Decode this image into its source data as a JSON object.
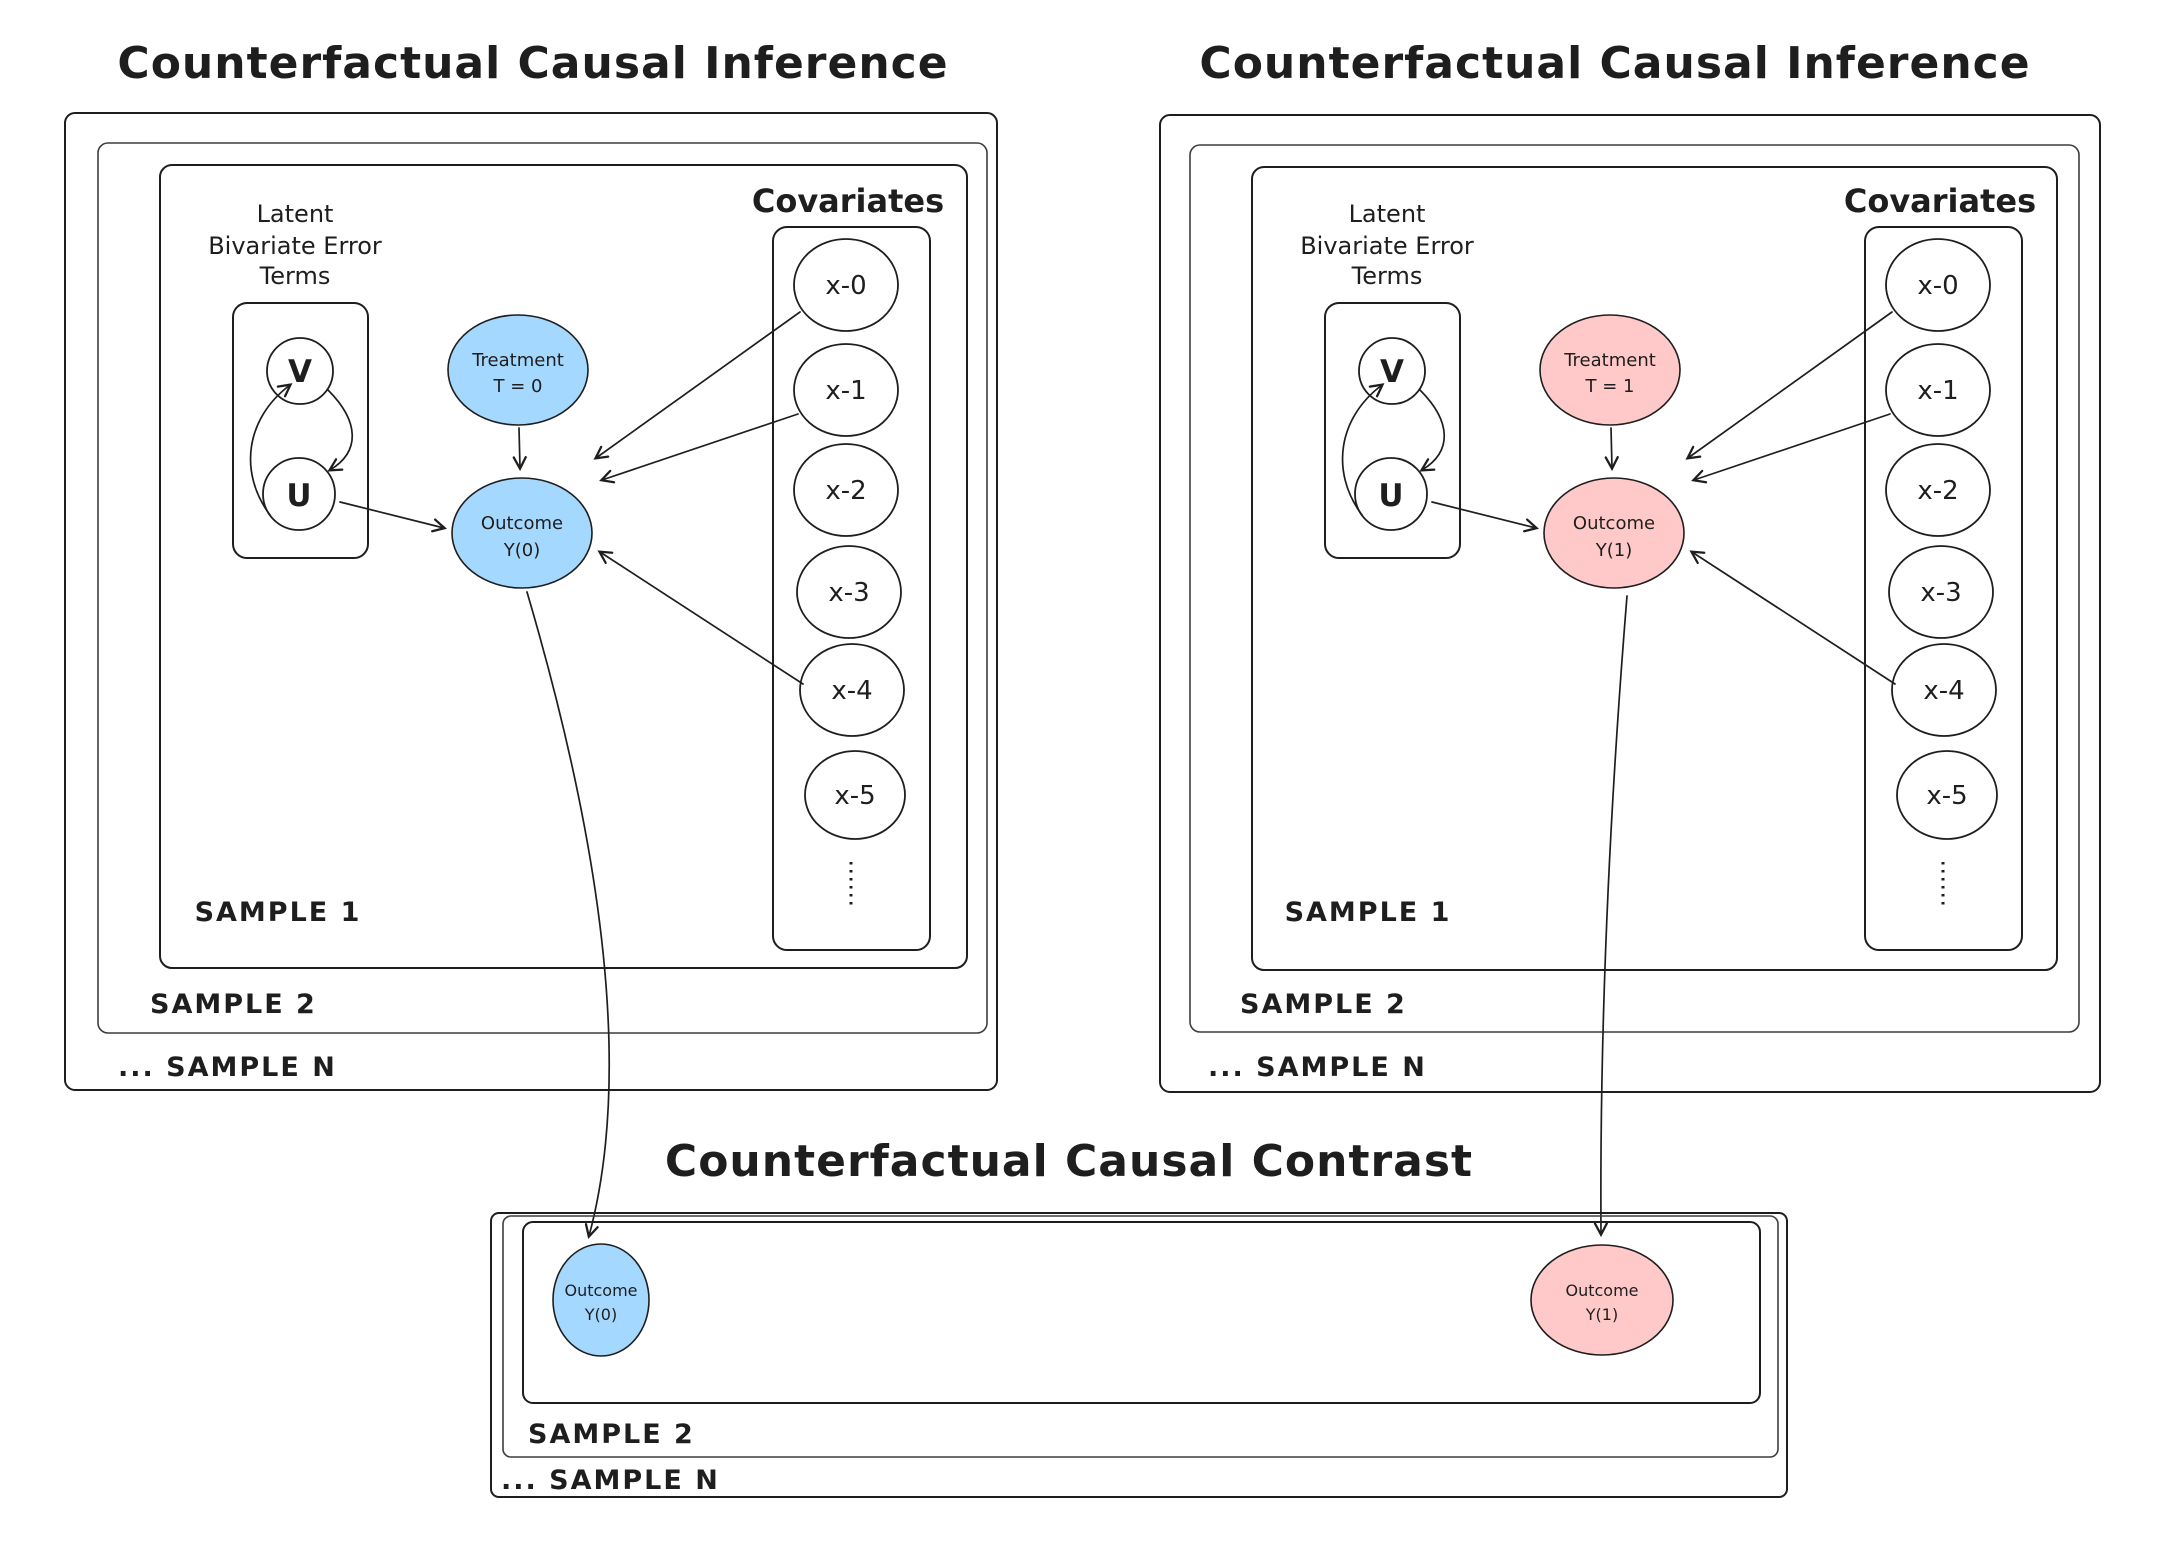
{
  "colors": {
    "stroke": "#1e1e1e",
    "blue_fill": "#a5d8ff",
    "pink_fill": "#ffc9c9",
    "background": "#ffffff"
  },
  "panel_left": {
    "title": "Counterfactual Causal Inference",
    "latent": [
      "Latent",
      "Bivariate Error",
      "Terms"
    ],
    "node_v": "V",
    "node_u": "U",
    "treatment_line1": "Treatment",
    "treatment_line2": "T = 0",
    "outcome_line1": "Outcome",
    "outcome_line2": "Y(0)",
    "covariates_label": "Covariates",
    "covariates": [
      "x-0",
      "x-1",
      "x-2",
      "x-3",
      "x-4",
      "x-5"
    ],
    "sample1": "SAMPLE 1",
    "sample2": "SAMPLE 2",
    "sampleN": "... SAMPLE N"
  },
  "panel_right": {
    "title": "Counterfactual Causal Inference",
    "latent": [
      "Latent",
      "Bivariate Error",
      "Terms"
    ],
    "node_v": "V",
    "node_u": "U",
    "treatment_line1": "Treatment",
    "treatment_line2": "T = 1",
    "outcome_line1": "Outcome",
    "outcome_line2": "Y(1)",
    "covariates_label": "Covariates",
    "covariates": [
      "x-0",
      "x-1",
      "x-2",
      "x-3",
      "x-4",
      "x-5"
    ],
    "sample1": "SAMPLE 1",
    "sample2": "SAMPLE 2",
    "sampleN": "... SAMPLE N"
  },
  "panel_bottom": {
    "title": "Counterfactual Causal Contrast",
    "outcome0_line1": "Outcome",
    "outcome0_line2": "Y(0)",
    "outcome1_line1": "Outcome",
    "outcome1_line2": "Y(1)",
    "sample2": "SAMPLE 2",
    "sampleN": "... SAMPLE N"
  }
}
